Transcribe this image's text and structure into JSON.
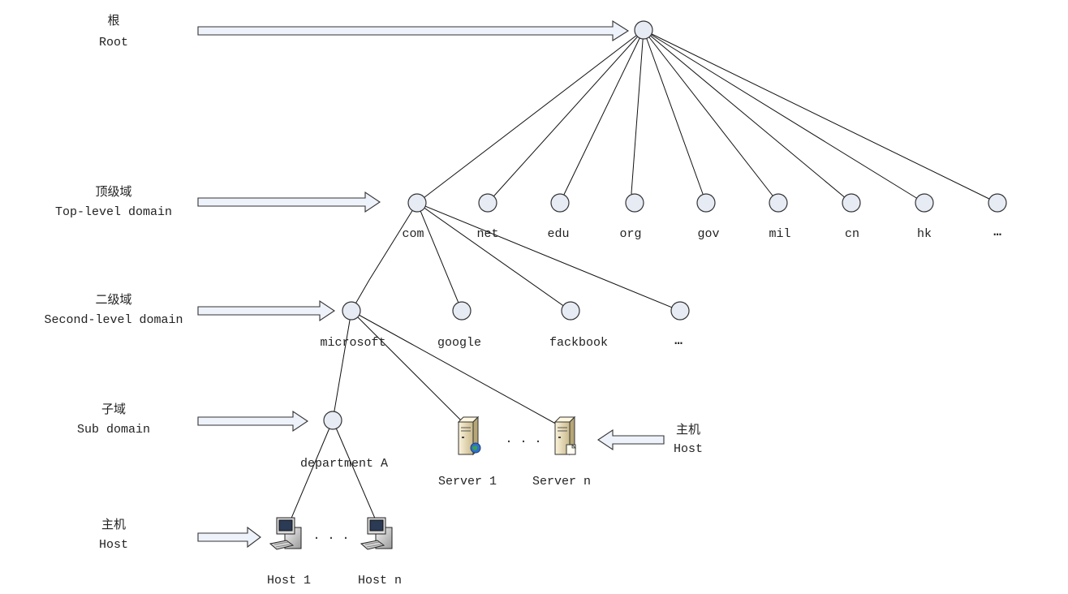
{
  "levels": {
    "root": {
      "cn": "根",
      "en": "Root"
    },
    "tld": {
      "cn": "顶级域",
      "en": "Top-level domain"
    },
    "sld": {
      "cn": "二级域",
      "en": "Second-level domain"
    },
    "sub": {
      "cn": "子域",
      "en": "Sub domain"
    },
    "host": {
      "cn": "主机",
      "en": "Host"
    },
    "host_right": {
      "cn": "主机",
      "en": "Host"
    }
  },
  "tld_nodes": [
    "com",
    "net",
    "edu",
    "org",
    "gov",
    "mil",
    "cn",
    "hk",
    "…"
  ],
  "sld_nodes": [
    "microsoft",
    "google",
    "fackbook",
    "…"
  ],
  "sub_nodes": [
    "department A"
  ],
  "servers": [
    "Server 1",
    "Server n"
  ],
  "hosts": [
    "Host 1",
    "Host n"
  ],
  "ellipsis": "…",
  "ellipsis_small": "· · ·"
}
